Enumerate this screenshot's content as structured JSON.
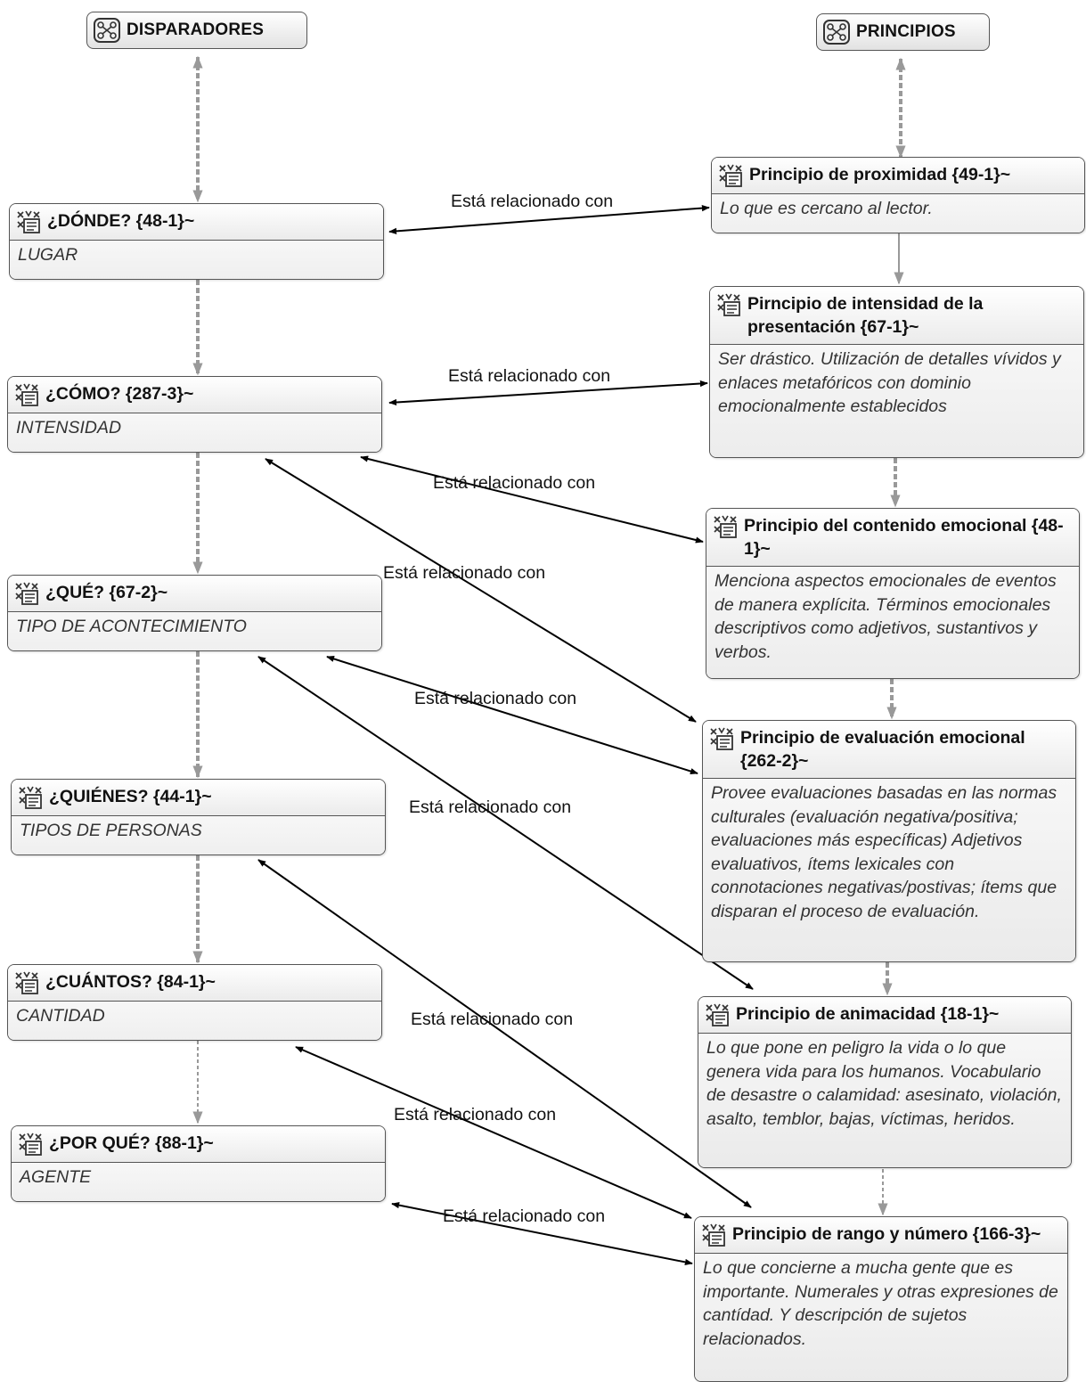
{
  "families": {
    "disparadores": {
      "label": "DISPARADORES",
      "icon": "family-network-icon"
    },
    "principios": {
      "label": "PRINCIPIOS",
      "icon": "family-network-icon"
    }
  },
  "codes": {
    "donde": {
      "title": "¿DÓNDE? {48-1}~",
      "comment": "LUGAR"
    },
    "como": {
      "title": "¿CÓMO? {287-3}~",
      "comment": "INTENSIDAD"
    },
    "que": {
      "title": "¿QUÉ? {67-2}~",
      "comment": "TIPO DE ACONTECIMIENTO"
    },
    "quienes": {
      "title": "¿QUIÉNES? {44-1}~",
      "comment": "TIPOS DE PERSONAS"
    },
    "cuantos": {
      "title": "¿CUÁNTOS? {84-1}~",
      "comment": "CANTIDAD"
    },
    "porque": {
      "title": "¿POR QUÉ? {88-1}~",
      "comment": "AGENTE"
    },
    "proximidad": {
      "title": "Principio de proximidad {49-1}~",
      "comment": "Lo que es cercano al lector."
    },
    "intensidad": {
      "title": "Pirncipio de intensidad de la presentación {67-1}~",
      "comment": "Ser drástico. Utilización de detalles vívidos y enlaces metafóricos con dominio emocionalmente establecidos"
    },
    "contenido": {
      "title": "Principio del contenido emocional {48-1}~",
      "comment": "Menciona aspectos emocionales de eventos de manera explícita. Términos emocionales descriptivos como adjetivos, sustantivos y verbos."
    },
    "evaluacion": {
      "title": "Principio de evaluación emocional {262-2}~",
      "comment": "Provee evaluaciones basadas en las normas culturales (evaluación negativa/positiva; evaluaciones más específicas) Adjetivos evaluativos, ítems lexicales con connotaciones negativas/postivas; ítems que disparan el proceso de evaluación."
    },
    "animacidad": {
      "title": "Principio de animacidad {18-1}~",
      "comment": "Lo que pone en peligro la vida o lo que genera vida para los humanos. Vocabulario de desastre o calamidad: asesinato, violación, asalto, temblor, bajas, víctimas, heridos."
    },
    "rango": {
      "title": "Principio de rango y número {166-3}~",
      "comment": "Lo que concierne a mucha gente que es importante. Numerales y otras expresiones de cantídad. Y descripción de sujetos relacionados."
    }
  },
  "relation_labels": [
    "Está relacionado con",
    "Está relacionado con",
    "Está relacionado con",
    "Está relacionado con",
    "Está relacionado con",
    "Está relacionado con",
    "Está relacionado con",
    "Está relacionado con",
    "Está relacionado con"
  ],
  "icons": {
    "code": "code-memo-icon"
  },
  "colors": {
    "relation_line": "#000000",
    "hierarchy_line": "#999999"
  }
}
